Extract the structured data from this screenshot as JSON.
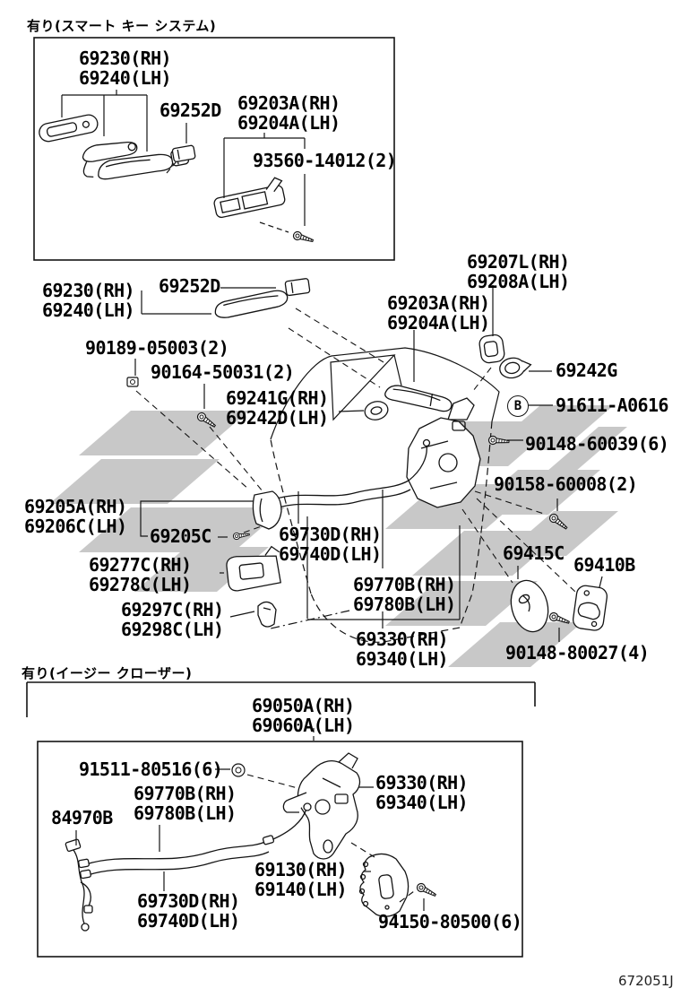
{
  "page": {
    "code": "672051J"
  },
  "notes": {
    "smart_key": "有り(スマート キー システム)",
    "easy_closer": "有り(イージー クローザー)"
  },
  "marker": {
    "b": "B"
  },
  "colors": {
    "ink": "#141414",
    "watermark": "#c8c8c8"
  },
  "labels": {
    "tb_handle": "69230(RH)\n69240(LH)",
    "tb_cap": "69252D",
    "tb_frame": "69203A(RH)\n69204A(LH)",
    "tb_screw": "93560-14012(2)",
    "m_bezel_rr": "69207L(RH)\n69208A(LH)",
    "m_handle": "69230(RH)\n69240(LH)",
    "m_cap": "69252D",
    "m_frame": "69203A(RH)\n69204A(LH)",
    "m_nut": "90189-05003(2)",
    "m_screw1": "90164-50031(2)",
    "m_gasket": "69242G",
    "m_esc": "69241G(RH)\n69242D(LH)",
    "m_bolt": "91611-A0616",
    "m_screw2": "90148-60039(6)",
    "m_screw3": "90158-60008(2)",
    "m_inner_handle": "69205A(RH)\n69206C(LH)",
    "m_screw4": "69205C",
    "m_cable": "69730D(RH)\n69740D(LH)",
    "m_bezel_in": "69277C(RH)\n69278C(LH)",
    "m_pad": "69415C",
    "m_striker": "69410B",
    "m_cable2": "69770B(RH)\n69780B(LH)",
    "m_clip": "69297C(RH)\n69298C(LH)",
    "m_lock": "69330(RH)\n69340(LH)",
    "m_screw5": "90148-80027(4)",
    "bt_assy": "69050A(RH)\n69060A(LH)",
    "bt_grommet": "91511-80516(6)",
    "bt_cable2": "69770B(RH)\n69780B(LH)",
    "bt_wire": "84970B",
    "bt_lock": "69330(RH)\n69340(LH)",
    "bt_motor": "69130(RH)\n69140(LH)",
    "bt_cable": "69730D(RH)\n69740D(LH)",
    "bt_screw": "94150-80500(6)"
  }
}
